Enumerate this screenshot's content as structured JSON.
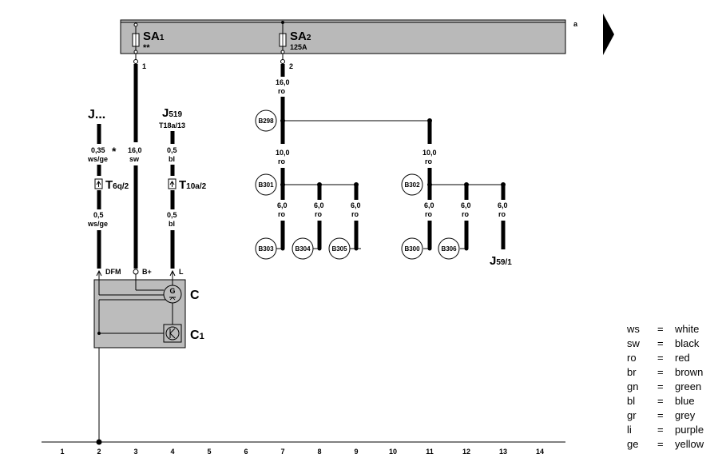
{
  "fuses": {
    "sa1": {
      "label": "SA",
      "sub": "1",
      "rating": "**",
      "pin": "1"
    },
    "sa2": {
      "label": "SA",
      "sub": "2",
      "rating": "125A",
      "pin": "2"
    }
  },
  "bus": {
    "ref": "a"
  },
  "wires": {
    "w_sa2": {
      "size": "16,0",
      "color": "ro"
    },
    "w_sa1": {
      "size": "16,0",
      "color": "sw"
    },
    "w_j_top": {
      "size": "0,35",
      "color": "ws/ge",
      "mark": "*"
    },
    "w_j_bot": {
      "size": "0,5",
      "color": "ws/ge"
    },
    "w_j519_top": {
      "size": "0,5",
      "color": "bl"
    },
    "w_j519_bot": {
      "size": "0,5",
      "color": "bl"
    },
    "w_b301": {
      "size": "10,0",
      "color": "ro"
    },
    "w_b302": {
      "size": "10,0",
      "color": "ro"
    },
    "w_b303": {
      "size": "6,0",
      "color": "ro"
    },
    "w_b304": {
      "size": "6,0",
      "color": "ro"
    },
    "w_b305": {
      "size": "6,0",
      "color": "ro"
    },
    "w_b300": {
      "size": "6,0",
      "color": "ro"
    },
    "w_b306": {
      "size": "6,0",
      "color": "ro"
    },
    "w_j59": {
      "size": "6,0",
      "color": "ro"
    }
  },
  "components": {
    "j": {
      "label": "J..."
    },
    "j519": {
      "label": "J",
      "sub": "519",
      "conn": "T18a/13"
    },
    "t6q": {
      "label": "T",
      "sub": "6q/2"
    },
    "t10a": {
      "label": "T",
      "sub": "10a/2"
    },
    "j59": {
      "label": "J",
      "sub": "59/1"
    },
    "alt": {
      "label": "C",
      "symbol": "G"
    },
    "reg": {
      "label": "C",
      "sub": "1"
    }
  },
  "terminals": {
    "dfm": "DFM",
    "bplus": "B+",
    "l": "L"
  },
  "splices": {
    "b298": "B298",
    "b301": "B301",
    "b302": "B302",
    "b303": "B303",
    "b304": "B304",
    "b305": "B305",
    "b300": "B300",
    "b306": "B306"
  },
  "grid": [
    "1",
    "2",
    "3",
    "4",
    "5",
    "6",
    "7",
    "8",
    "9",
    "10",
    "11",
    "12",
    "13",
    "14"
  ],
  "legend": [
    {
      "abbr": "ws",
      "eq": "=",
      "name": "white"
    },
    {
      "abbr": "sw",
      "eq": "=",
      "name": "black"
    },
    {
      "abbr": "ro",
      "eq": "=",
      "name": "red"
    },
    {
      "abbr": "br",
      "eq": "=",
      "name": "brown"
    },
    {
      "abbr": "gn",
      "eq": "=",
      "name": "green"
    },
    {
      "abbr": "bl",
      "eq": "=",
      "name": "blue"
    },
    {
      "abbr": "gr",
      "eq": "=",
      "name": "grey"
    },
    {
      "abbr": "li",
      "eq": "=",
      "name": "purple"
    },
    {
      "abbr": "ge",
      "eq": "=",
      "name": "yellow"
    }
  ],
  "colors": {
    "fuse_box": "#b9b9b9",
    "module_box": "#bcbcbc",
    "wire": "#000000"
  }
}
